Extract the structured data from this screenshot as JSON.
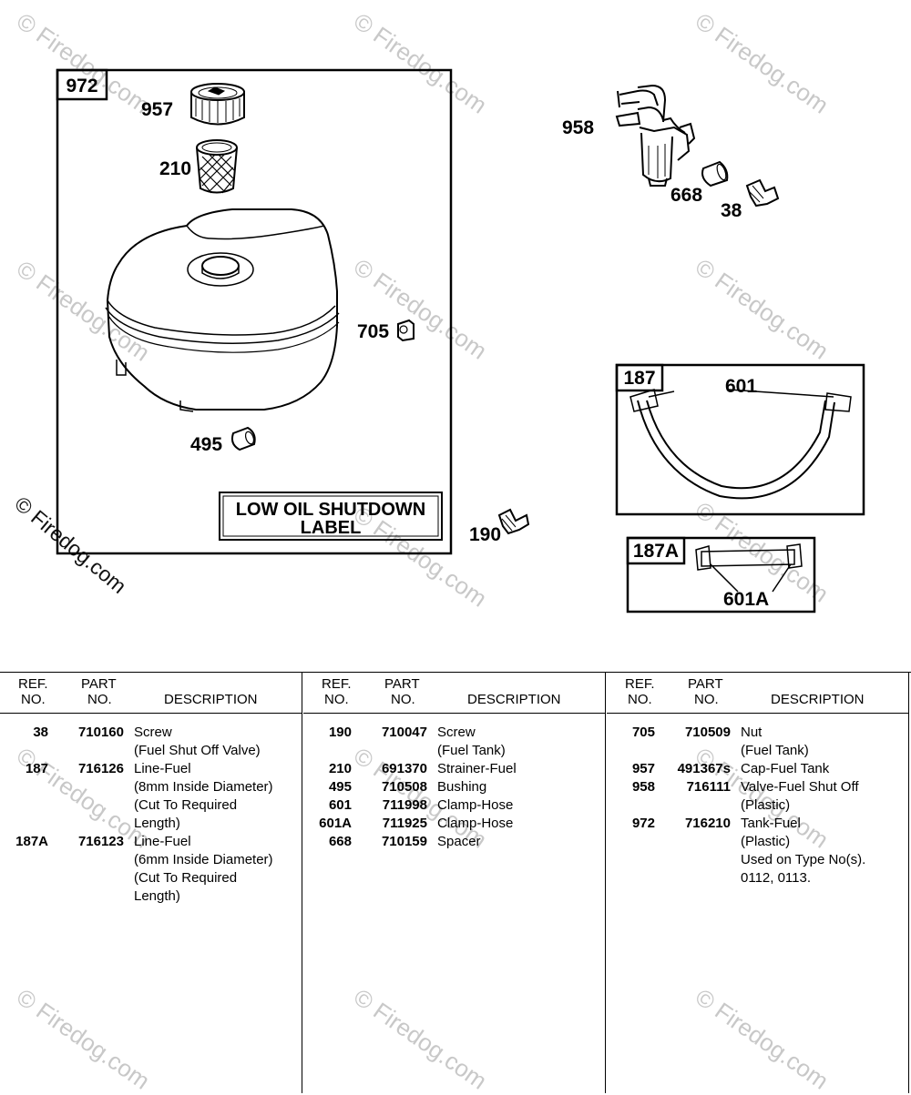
{
  "watermark": "© Firedog.com",
  "callouts": {
    "c957": "957",
    "c210": "210",
    "c958": "958",
    "c668": "668",
    "c38": "38",
    "c705": "705",
    "c495": "495",
    "c190": "190",
    "c601": "601",
    "c601a": "601A"
  },
  "kits": {
    "k972": "972",
    "k187": "187",
    "k187a": "187A"
  },
  "low_oil_label": {
    "line1": "LOW OIL SHUTDOWN",
    "line2": "LABEL"
  },
  "table_headers": {
    "ref_line1": "REF.",
    "ref_line2": "NO.",
    "part_line1": "PART",
    "part_line2": "NO.",
    "description": "DESCRIPTION"
  },
  "columns": [
    [
      {
        "ref": "38",
        "part": "710160",
        "desc": [
          "Screw",
          "(Fuel Shut Off Valve)"
        ]
      },
      {
        "ref": "187",
        "part": "716126",
        "desc": [
          "Line-Fuel",
          "(8mm Inside Diameter)",
          "(Cut To Required",
          "Length)"
        ]
      },
      {
        "ref": "187A",
        "part": "716123",
        "desc": [
          "Line-Fuel",
          "(6mm Inside Diameter)",
          "(Cut To Required",
          "Length)"
        ]
      }
    ],
    [
      {
        "ref": "190",
        "part": "710047",
        "desc": [
          "Screw",
          "(Fuel Tank)"
        ]
      },
      {
        "ref": "210",
        "part": "691370",
        "desc": [
          "Strainer-Fuel"
        ]
      },
      {
        "ref": "495",
        "part": "710508",
        "desc": [
          "Bushing"
        ]
      },
      {
        "ref": "601",
        "part": "711998",
        "desc": [
          "Clamp-Hose"
        ]
      },
      {
        "ref": "601A",
        "part": "711925",
        "desc": [
          "Clamp-Hose"
        ]
      },
      {
        "ref": "668",
        "part": "710159",
        "desc": [
          "Spacer"
        ]
      }
    ],
    [
      {
        "ref": "705",
        "part": "710509",
        "desc": [
          "Nut",
          "(Fuel Tank)"
        ]
      },
      {
        "ref": "957",
        "part": "491367s",
        "desc": [
          "Cap-Fuel Tank"
        ]
      },
      {
        "ref": "958",
        "part": "716111",
        "desc": [
          "Valve-Fuel Shut Off",
          "(Plastic)"
        ]
      },
      {
        "ref": "972",
        "part": "716210",
        "desc": [
          "Tank-Fuel",
          "(Plastic)",
          "Used on Type No(s).",
          "0112, 0113."
        ]
      }
    ]
  ]
}
